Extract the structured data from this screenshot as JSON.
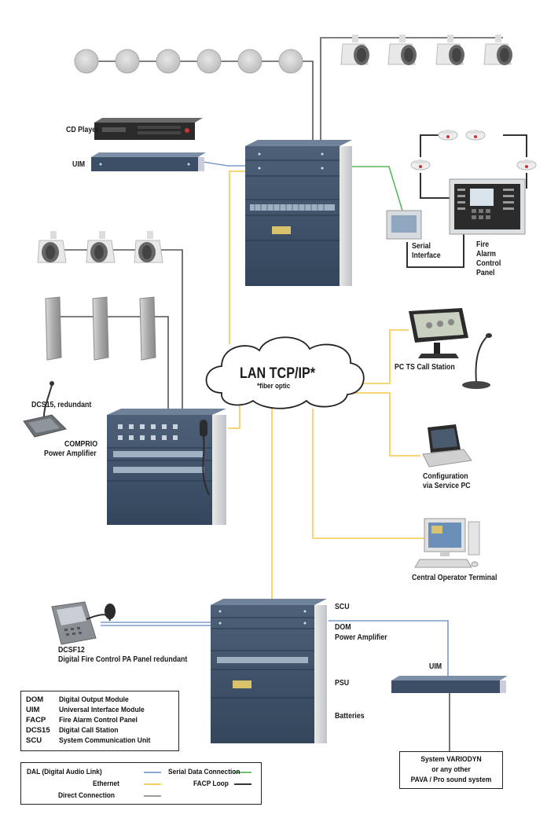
{
  "labels": {
    "cd_player": "CD Player",
    "uim_top": "UIM",
    "serial_interface_1": "Serial",
    "serial_interface_2": "Interface",
    "facp_1": "Fire",
    "facp_2": "Alarm",
    "facp_3": "Control",
    "facp_4": "Panel",
    "pc_ts": "PC TS Call Station",
    "dcs15": "DCS15, redundant",
    "comprio_1": "COMPRIO",
    "comprio_2": "Power Amplifier",
    "config_1": "Configuration",
    "config_2": "via Service PC",
    "cot": "Central Operator Terminal",
    "scu": "SCU",
    "dom": "DOM",
    "power_amp": "Power Amplifier",
    "psu": "PSU",
    "batteries": "Batteries",
    "uim_bottom": "UIM",
    "dcsf12_1": "DCSF12",
    "dcsf12_2": "Digital Fire Control PA Panel redundant"
  },
  "lan": {
    "title": "LAN TCP/IP*",
    "subtitle": "*fiber optic"
  },
  "abbreviations": [
    {
      "abbr": "DOM",
      "meaning": "Digital Output Module"
    },
    {
      "abbr": "UIM",
      "meaning": "Universal Interface Module"
    },
    {
      "abbr": "FACP",
      "meaning": "Fire Alarm Control Panel"
    },
    {
      "abbr": "DCS15",
      "meaning": "Digital Call Station"
    },
    {
      "abbr": "SCU",
      "meaning": "System Communication Unit"
    }
  ],
  "legend": {
    "dal": "DAL (Digital Audio Link)",
    "ethernet": "Ethernet",
    "direct": "Direct Connection",
    "serial": "Serial Data Connection",
    "facp_loop": "FACP Loop"
  },
  "system_box": {
    "line1": "System VARIODYN",
    "line2": "or any other",
    "line3": "PAVA / Pro sound system"
  },
  "colors": {
    "dal": "#7a9ccc",
    "ethernet": "#f5c84a",
    "direct": "#8a8f96",
    "serial": "#5cb85c",
    "facp_loop": "#1a1a1a",
    "rack": "#3d4f66"
  }
}
